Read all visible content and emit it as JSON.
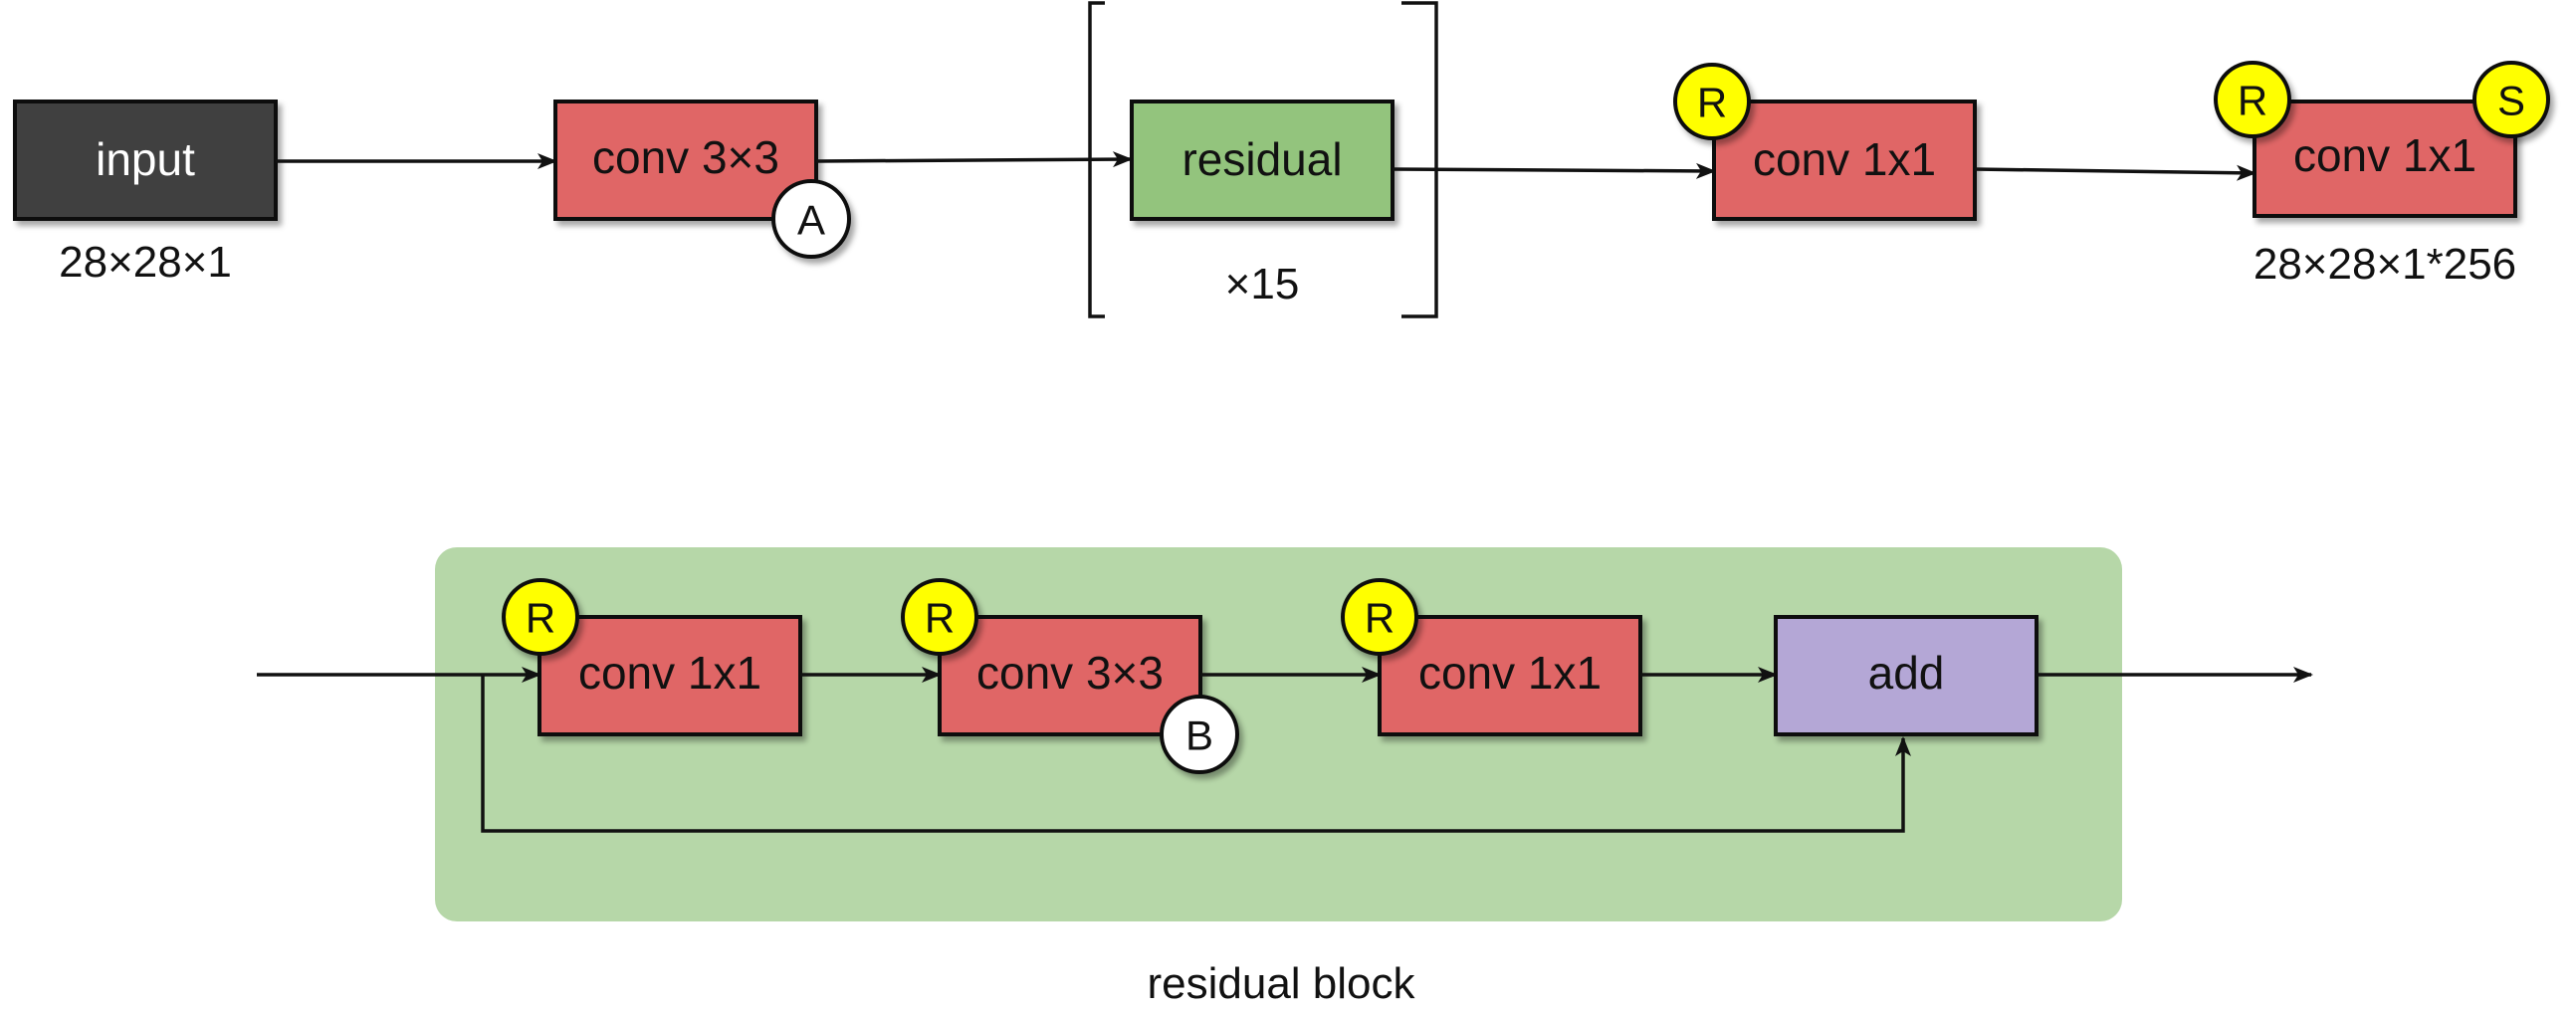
{
  "colors": {
    "input_fill": "#404040",
    "conv_fill": "#e06666",
    "residual_fill": "#93c47d",
    "add_fill": "#b4a7d6",
    "block_bg": "#b6d7a8",
    "badge_yellow": "#ffff00",
    "badge_white": "#ffffff",
    "stroke": "#111111"
  },
  "top_row": {
    "input": {
      "label": "input",
      "dims": "28×28×1"
    },
    "conv_a": {
      "label": "conv 3×3",
      "badge": "A"
    },
    "residual": {
      "label": "residual",
      "repeat": "×15"
    },
    "conv_r": {
      "label": "conv 1x1",
      "badge": "R"
    },
    "conv_rs": {
      "label": "conv 1x1",
      "badge_left": "R",
      "badge_right": "S",
      "dims": "28×28×1*256"
    }
  },
  "residual_block": {
    "caption": "residual block",
    "conv1": {
      "label": "conv 1x1",
      "badge": "R"
    },
    "conv2": {
      "label": "conv 3×3",
      "badge_left": "R",
      "badge_right": "B"
    },
    "conv3": {
      "label": "conv 1x1",
      "badge": "R"
    },
    "add": {
      "label": "add"
    }
  }
}
